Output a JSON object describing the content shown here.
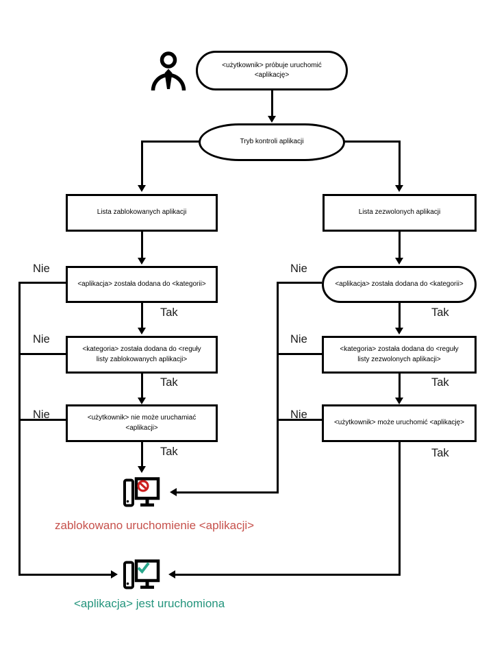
{
  "labels": {
    "yes": "Tak",
    "no": "Nie"
  },
  "colors": {
    "line": "#000000",
    "blocked_text": "#c6504b",
    "blocked_symbol": "#cc1f1f",
    "running_text": "#23947c",
    "running_symbol": "#2aa78c"
  },
  "icons": {
    "person": "user-icon",
    "blocked": "computer-blocked-icon",
    "running": "computer-check-icon"
  },
  "nodes": {
    "start": {
      "line1": "<użytkownik> próbuje uruchomić",
      "line2": "<aplikację>"
    },
    "control_mode": {
      "text": "Tryb kontroli aplikacji"
    },
    "denylist": {
      "text": "Lista zablokowanych aplikacji"
    },
    "allowlist": {
      "text": "Lista zezwolonych aplikacji"
    },
    "deny_app_in_category": {
      "text": "<aplikacja> została dodana do <kategorii>"
    },
    "allow_app_in_category": {
      "text": "<aplikacja> została dodana do <kategorii>"
    },
    "deny_category_in_rule": {
      "line1": "<kategoria> została dodana do <reguły",
      "line2": "listy zablokowanych aplikacji>"
    },
    "allow_category_in_rule": {
      "line1": "<kategoria> została dodana do <reguły",
      "line2": "listy zezwolonych aplikacji>"
    },
    "deny_user": {
      "line1": "<użytkownik> nie może uruchamiać",
      "line2": "<aplikacji>"
    },
    "allow_user": {
      "text": "<użytkownik> może uruchomić <aplikację>"
    }
  },
  "results": {
    "blocked": {
      "text": "zablokowano uruchomienie <aplikacji>"
    },
    "running": {
      "text": "<aplikacja> jest uruchomiona"
    }
  }
}
